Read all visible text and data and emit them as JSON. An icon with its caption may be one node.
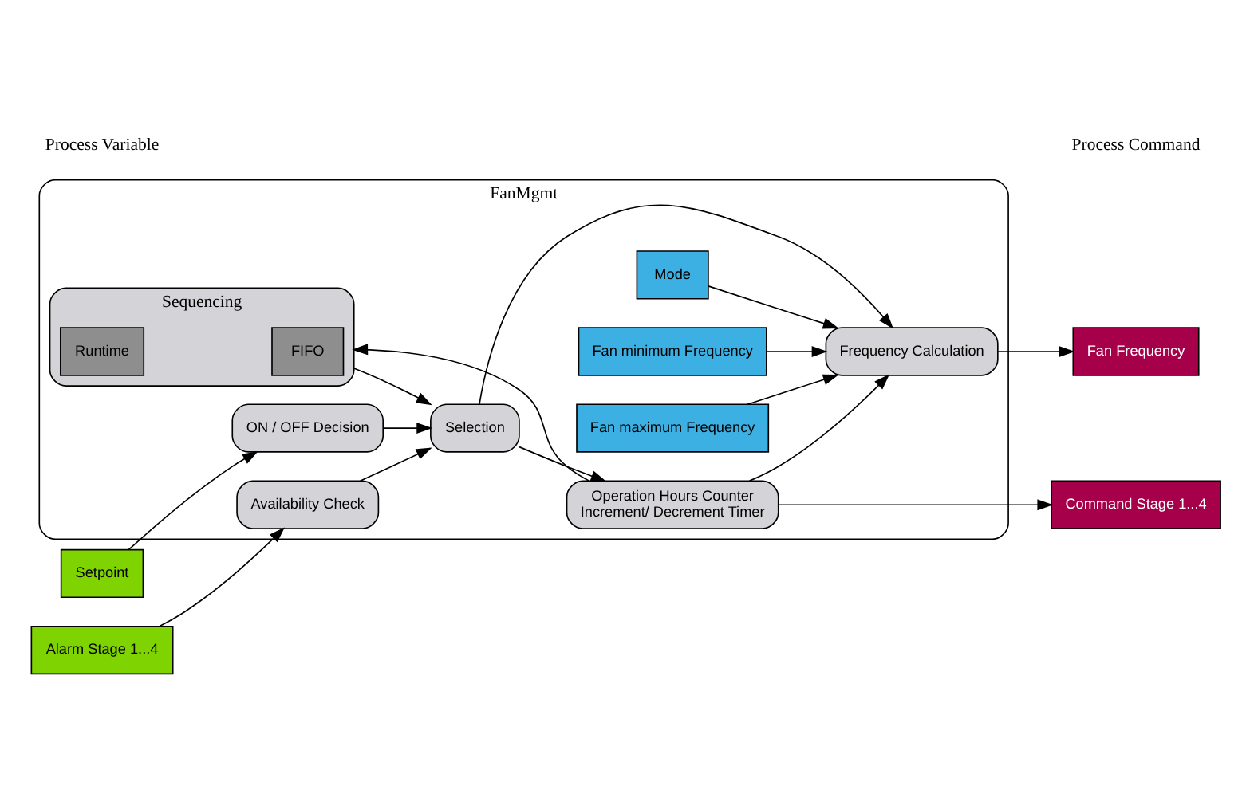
{
  "diagram": {
    "nodes": [
      {
        "text": [
          "FanMgmt"
        ]
      },
      {
        "text": [
          "Sequencing"
        ],
        "in": 0
      },
      {
        "text": [
          "FIFO"
        ],
        "in": 1
      },
      {
        "text": [
          "Runtime"
        ],
        "in": 1
      },
      {
        "text": [
          "ON / OFF Decision"
        ],
        "in": 0
      },
      {
        "text": [
          "Availability Check"
        ],
        "in": 0
      },
      {
        "text": [
          "Selection"
        ],
        "in": 0
      },
      {
        "text": [
          "Operation Hours Counter",
          "Increment/ Decrement Timer"
        ],
        "in": 0
      },
      {
        "text": [
          "Frequency Calculation"
        ],
        "in": 0
      },
      {
        "text": [
          "Mode"
        ],
        "in": 0
      },
      {
        "text": [
          "Fan minimum Frequency"
        ],
        "in": 0
      },
      {
        "text": [
          "Fan maximum Frequency"
        ],
        "in": 0
      },
      {
        "text": [
          "Setpoint"
        ]
      },
      {
        "text": [
          "Alarm Stage 1...4"
        ]
      },
      {
        "text": [
          "Command Stage 1...4"
        ]
      },
      {
        "text": [
          "Fan Frequency"
        ]
      }
    ],
    "edges": [
      {
        "from": 12,
        "to": 4,
        "arrow": "to"
      },
      {
        "from": 13,
        "to": 5,
        "arrow": "to"
      },
      {
        "from": 1,
        "to": 6,
        "arrow": "to"
      },
      {
        "from": 4,
        "to": 6,
        "arrow": "to"
      },
      {
        "from": 5,
        "to": 6,
        "arrow": "to"
      },
      {
        "from": 6,
        "to": 7,
        "arrow": "to"
      },
      {
        "from": 7,
        "to": 1,
        "arrow": "to"
      },
      {
        "from": 7,
        "to": 14,
        "arrow": "to"
      },
      {
        "from": 6,
        "to": 8,
        "arrow": "to"
      },
      {
        "from": 7,
        "to": 8,
        "arrow": "to"
      },
      {
        "from": 9,
        "to": 8,
        "arrow": "to"
      },
      {
        "from": 10,
        "to": 8,
        "arrow": "to"
      },
      {
        "from": 11,
        "to": 8,
        "arrow": "to"
      },
      {
        "from": 8,
        "to": 15,
        "arrow": "to"
      }
    ],
    "labels": [
      "Process Variable",
      "Process Command"
    ]
  }
}
